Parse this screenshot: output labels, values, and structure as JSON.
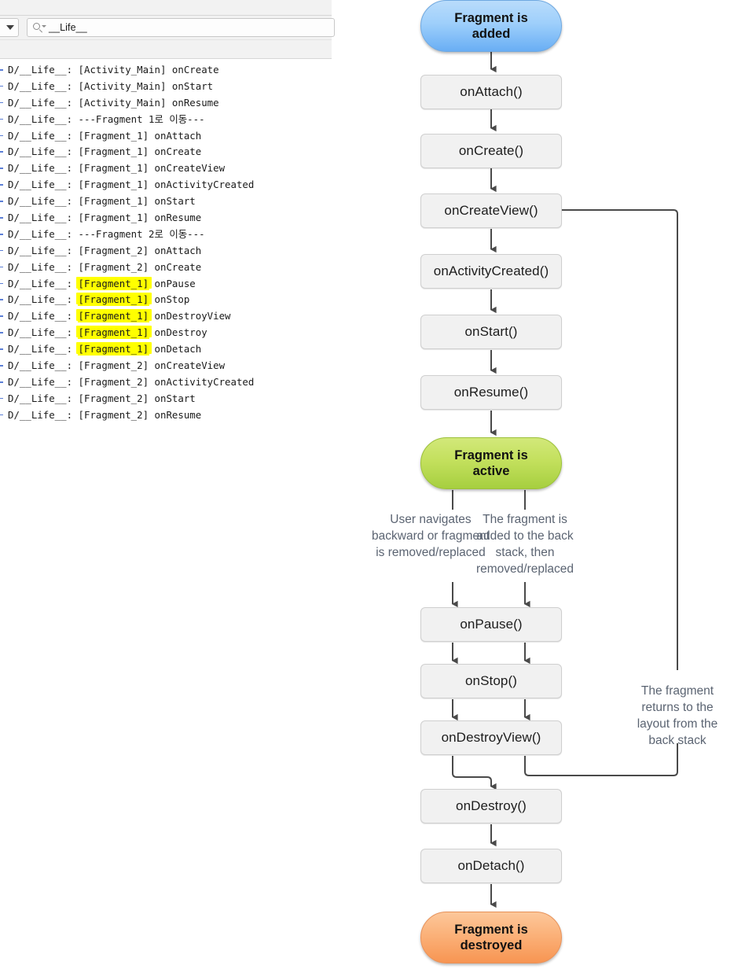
{
  "logcat": {
    "filter_dropdown_icon": "chevron-down-icon",
    "search_icon": "search-icon",
    "search_value": "__Life__",
    "search_placeholder": "",
    "lines": [
      {
        "prefix": "D/__Life__: ",
        "tag": "[Activity_Main]",
        "method": " onCreate",
        "highlight": false
      },
      {
        "prefix": "D/__Life__: ",
        "tag": "[Activity_Main]",
        "method": " onStart",
        "highlight": false
      },
      {
        "prefix": "D/__Life__: ",
        "tag": "[Activity_Main]",
        "method": " onResume",
        "highlight": false
      },
      {
        "prefix": "D/__Life__: ",
        "tag": "---Fragment 1로 이동---",
        "method": "",
        "highlight": false
      },
      {
        "prefix": "D/__Life__: ",
        "tag": "[Fragment_1]",
        "method": " onAttach",
        "highlight": false
      },
      {
        "prefix": "D/__Life__: ",
        "tag": "[Fragment_1]",
        "method": " onCreate",
        "highlight": false
      },
      {
        "prefix": "D/__Life__: ",
        "tag": "[Fragment_1]",
        "method": " onCreateView",
        "highlight": false
      },
      {
        "prefix": "D/__Life__: ",
        "tag": "[Fragment_1]",
        "method": " onActivityCreated",
        "highlight": false
      },
      {
        "prefix": "D/__Life__: ",
        "tag": "[Fragment_1]",
        "method": " onStart",
        "highlight": false
      },
      {
        "prefix": "D/__Life__: ",
        "tag": "[Fragment_1]",
        "method": " onResume",
        "highlight": false
      },
      {
        "prefix": "D/__Life__: ",
        "tag": "---Fragment 2로 이동---",
        "method": "",
        "highlight": false
      },
      {
        "prefix": "D/__Life__: ",
        "tag": "[Fragment_2]",
        "method": " onAttach",
        "highlight": false
      },
      {
        "prefix": "D/__Life__: ",
        "tag": "[Fragment_2]",
        "method": " onCreate",
        "highlight": false
      },
      {
        "prefix": "D/__Life__: ",
        "tag": "[Fragment_1]",
        "method": " onPause",
        "highlight": true
      },
      {
        "prefix": "D/__Life__: ",
        "tag": "[Fragment_1]",
        "method": " onStop",
        "highlight": true
      },
      {
        "prefix": "D/__Life__: ",
        "tag": "[Fragment_1]",
        "method": " onDestroyView",
        "highlight": true
      },
      {
        "prefix": "D/__Life__: ",
        "tag": "[Fragment_1]",
        "method": " onDestroy",
        "highlight": true
      },
      {
        "prefix": "D/__Life__: ",
        "tag": "[Fragment_1]",
        "method": " onDetach",
        "highlight": true
      },
      {
        "prefix": "D/__Life__: ",
        "tag": "[Fragment_2]",
        "method": " onCreateView",
        "highlight": false
      },
      {
        "prefix": "D/__Life__: ",
        "tag": "[Fragment_2]",
        "method": " onActivityCreated",
        "highlight": false
      },
      {
        "prefix": "D/__Life__: ",
        "tag": "[Fragment_2]",
        "method": " onStart",
        "highlight": false
      },
      {
        "prefix": "D/__Life__: ",
        "tag": "[Fragment_2]",
        "method": " onResume",
        "highlight": false
      }
    ],
    "highlight_color": "#ffff00"
  },
  "diagram": {
    "start_pill": {
      "line1": "Fragment is",
      "line2": "added",
      "color": "#9ecffb"
    },
    "active_pill": {
      "line1": "Fragment is",
      "line2": "active",
      "color": "#c3e05d"
    },
    "end_pill": {
      "line1": "Fragment is",
      "line2": "destroyed",
      "color": "#fbb179"
    },
    "steps": [
      "onAttach()",
      "onCreate()",
      "onCreateView()",
      "onActivityCreated()",
      "onStart()",
      "onResume()"
    ],
    "teardown_steps": [
      "onPause()",
      "onStop()",
      "onDestroyView()"
    ],
    "final_steps": [
      "onDestroy()",
      "onDetach()"
    ],
    "branch_left_label": "User navigates backward or fragment is removed/replaced",
    "branch_right_label": "The fragment is added to the back stack, then removed/replaced",
    "back_stack_label": "The fragment returns to the layout from the back stack",
    "box_fill": "#f1f1f1",
    "box_border": "#cfcfcf",
    "arrow_color": "#4a4a4a",
    "label_color": "#5b6472"
  }
}
